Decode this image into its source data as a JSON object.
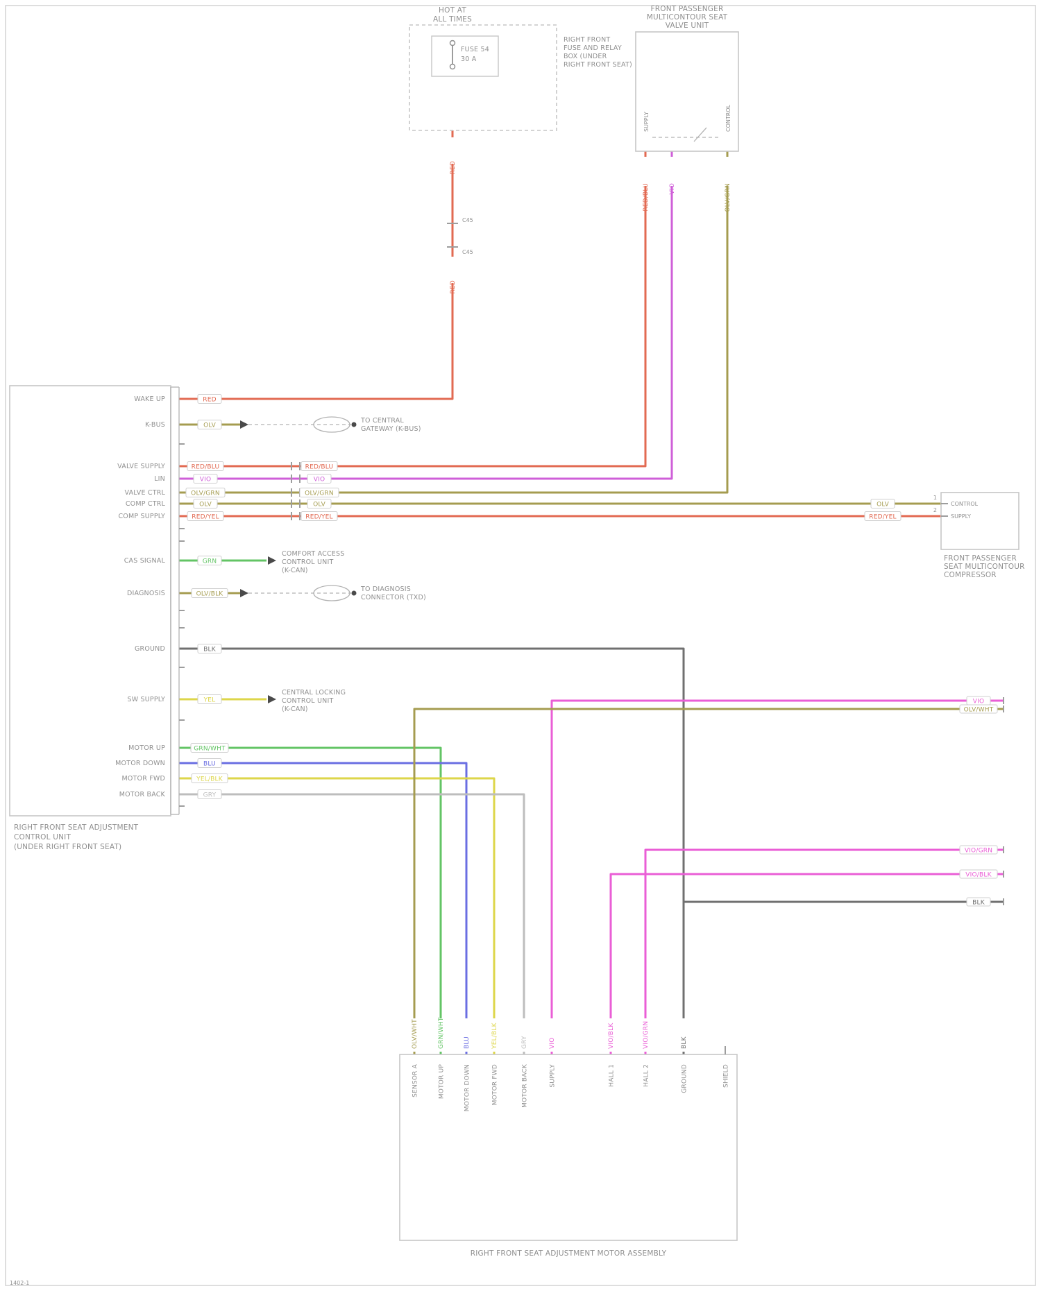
{
  "colors": {
    "red": "#e26a52",
    "olive": "#a59c50",
    "violet": "#cf5fd8",
    "pink": "#ea5ed6",
    "green": "#63c465",
    "blue": "#6a6ee2",
    "yellow": "#ddd64a",
    "gray": "#bdbdbd",
    "black": "#707070"
  },
  "power": {
    "hot_line1": "HOT AT",
    "hot_line2": "ALL TIMES",
    "fuse_name": "FUSE 54",
    "fuse_rating": "30 A",
    "location": [
      "RIGHT FRONT",
      "FUSE AND RELAY",
      "BOX (UNDER",
      "RIGHT FRONT SEAT)"
    ],
    "wire": "RED",
    "connector": "C45"
  },
  "valve_unit": {
    "title": [
      "FRONT PASSENGER",
      "MULTICONTOUR SEAT",
      "VALVE UNIT"
    ],
    "pin_internal_left": "SUPPLY",
    "pin_internal_right": "CONTROL"
  },
  "compressor": {
    "title": [
      "FRONT PASSENGER",
      "SEAT MULTICONTOUR",
      "COMPRESSOR"
    ],
    "pin_labels": [
      "CONTROL",
      "SUPPLY"
    ],
    "pin_numbers": [
      "1",
      "2"
    ]
  },
  "control_unit": {
    "title": [
      "RIGHT FRONT SEAT ADJUSTMENT",
      "CONTROL UNIT",
      "(UNDER RIGHT FRONT SEAT)"
    ],
    "pins": [
      {
        "label": "WAKE UP",
        "wire": "RED"
      },
      {
        "label": "K-BUS",
        "wire": "OLV"
      },
      {
        "label": "VALVE SUPPLY",
        "wire": "RED/BLU"
      },
      {
        "label": "LIN",
        "wire": "VIO"
      },
      {
        "label": "VALVE CTRL",
        "wire": "OLV/GRN"
      },
      {
        "label": "COMP CTRL",
        "wire": "OLV"
      },
      {
        "label": "COMP SUPPLY",
        "wire": "RED/YEL"
      },
      {
        "label": "CAS SIGNAL",
        "wire": "GRN"
      },
      {
        "label": "DIAGNOSIS",
        "wire": "OLV/BLK"
      },
      {
        "label": "GROUND",
        "wire": "BLK"
      },
      {
        "label": "SW SUPPLY",
        "wire": "YEL"
      },
      {
        "label": "MOTOR UP",
        "wire": "GRN/WHT"
      },
      {
        "label": "MOTOR DOWN",
        "wire": "BLU"
      },
      {
        "label": "MOTOR FWD",
        "wire": "YEL/BLK"
      },
      {
        "label": "MOTOR BACK",
        "wire": "GRY"
      }
    ],
    "refs": {
      "kbus": [
        "TO CENTRAL",
        "GATEWAY (K-BUS)"
      ],
      "diag": [
        "TO DIAGNOSIS",
        "CONNECTOR (TXD)"
      ],
      "cas": [
        "COMFORT ACCESS",
        "CONTROL UNIT",
        "(K-CAN)"
      ],
      "lock": [
        "CENTRAL LOCKING",
        "CONTROL UNIT",
        "(K-CAN)"
      ]
    }
  },
  "motor_assembly": {
    "title": "RIGHT FRONT SEAT ADJUSTMENT MOTOR ASSEMBLY",
    "pins": [
      {
        "name": "SENSOR A",
        "wire": "OLV/WHT"
      },
      {
        "name": "MOTOR UP",
        "wire": "GRN/WHT"
      },
      {
        "name": "MOTOR DOWN",
        "wire": "BLU"
      },
      {
        "name": "MOTOR FWD",
        "wire": "YEL/BLK"
      },
      {
        "name": "MOTOR BACK",
        "wire": "GRY"
      },
      {
        "name": "SUPPLY",
        "wire": "VIO"
      },
      {
        "name": "HALL 1",
        "wire": "VIO/BLK"
      },
      {
        "name": "HALL 2",
        "wire": "VIO/GRN"
      },
      {
        "name": "GROUND",
        "wire": "BLK"
      },
      {
        "name": "SHIELD",
        "wire": ""
      }
    ]
  },
  "footer": "1402-1"
}
